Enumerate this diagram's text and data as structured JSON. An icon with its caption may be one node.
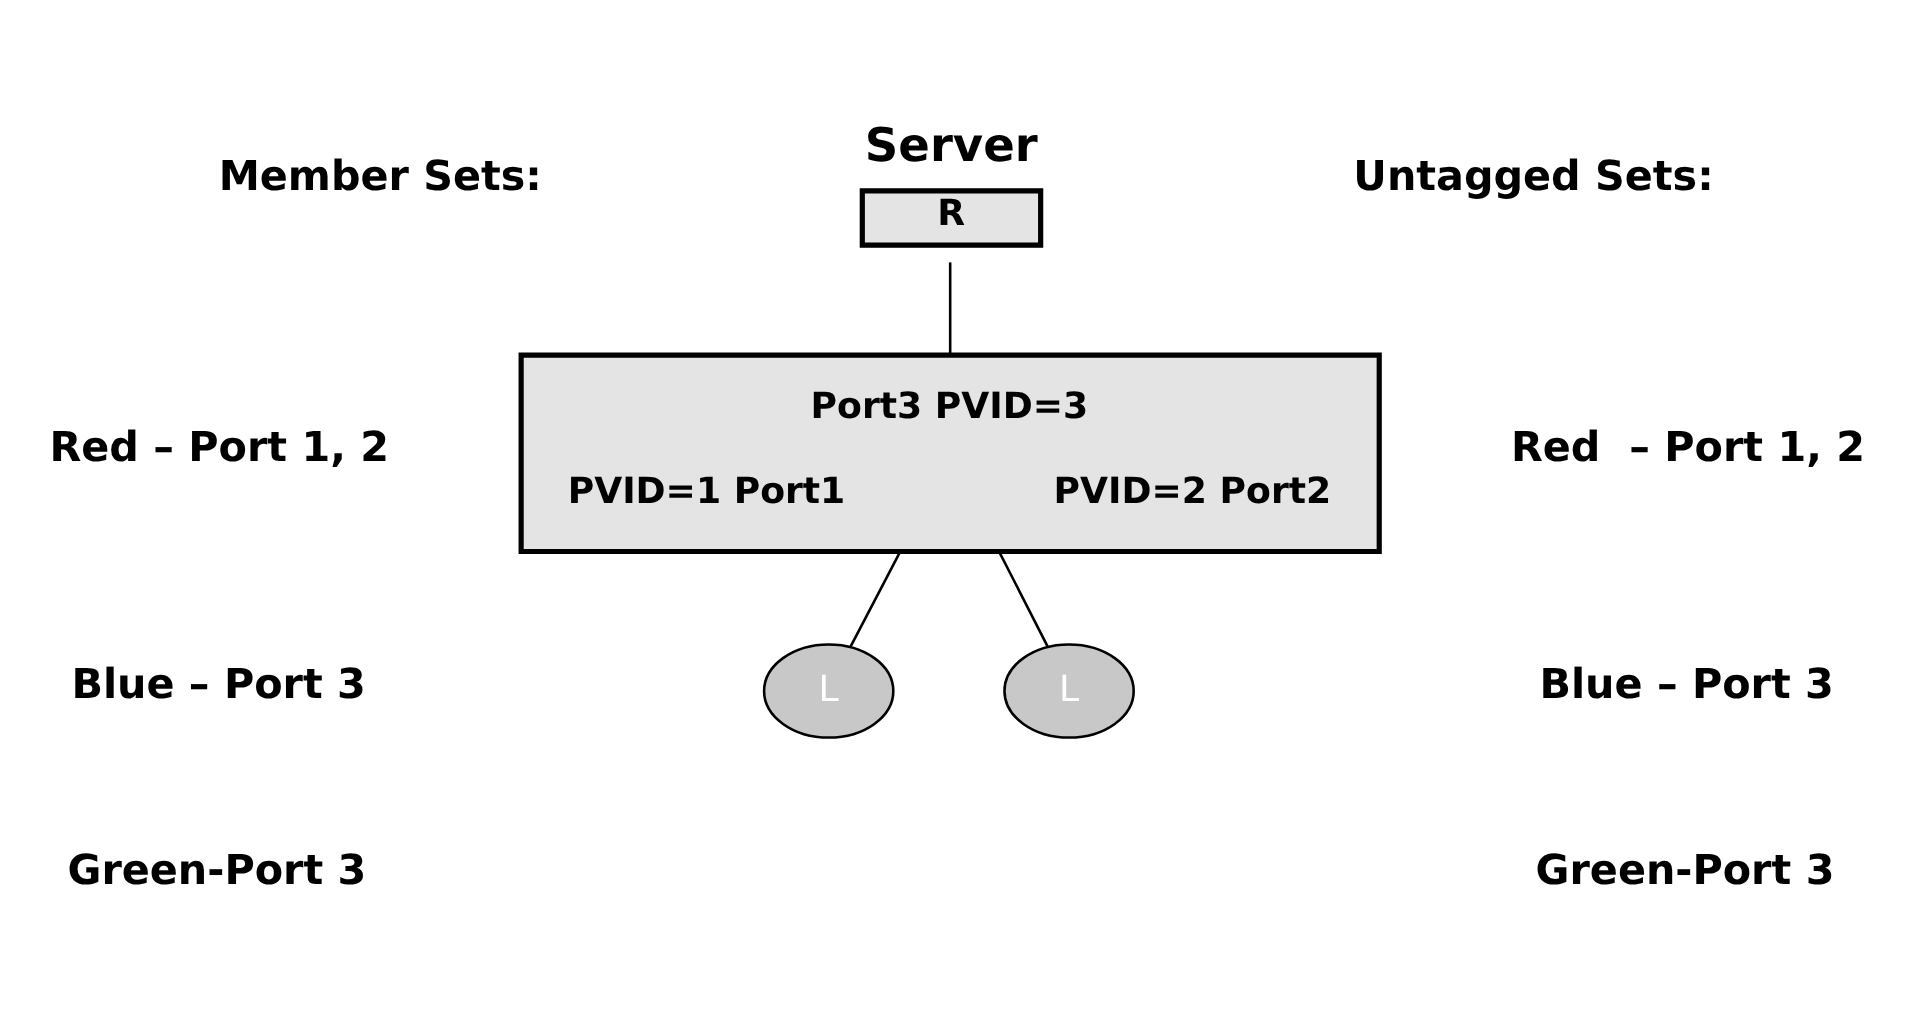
{
  "diagram": {
    "nodes": [
      {
        "text": [
          "Server",
          "R"
        ]
      },
      {
        "text": [
          "Port3 PVID=3",
          "PVID=1 Port1",
          "PVID=2 Port2"
        ]
      },
      {
        "text": [
          "L"
        ]
      },
      {
        "text": [
          "L"
        ]
      }
    ],
    "edges": [
      {
        "from": 0,
        "to": 1,
        "arrow": "none"
      },
      {
        "from": 1,
        "to": 2,
        "arrow": "none"
      },
      {
        "from": 1,
        "to": 3,
        "arrow": "none"
      }
    ],
    "labels": [
      "Member Sets:",
      "Red – Port 1, 2",
      "Blue – Port 3",
      "Green-Port 3",
      "Untagged Sets:",
      "Red  – Port 1, 2",
      "Blue – Port 3",
      "Green-Port 3"
    ]
  }
}
